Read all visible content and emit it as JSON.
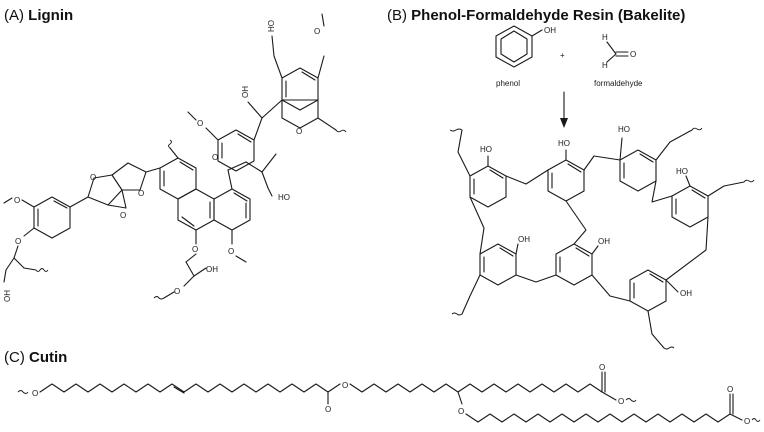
{
  "panels": {
    "a": {
      "letter": "(A)",
      "name": "Lignin"
    },
    "b": {
      "letter": "(B)",
      "name": "Phenol-Formaldehyde Resin (Bakelite)"
    },
    "c": {
      "letter": "(C)",
      "name": "Cutin"
    }
  },
  "reagents": {
    "phenol": "phenol",
    "plus": "+",
    "formaldehyde": "formaldehyde"
  },
  "atoms": {
    "O": "O",
    "OH": "OH",
    "HO": "HO",
    "H": "H"
  }
}
